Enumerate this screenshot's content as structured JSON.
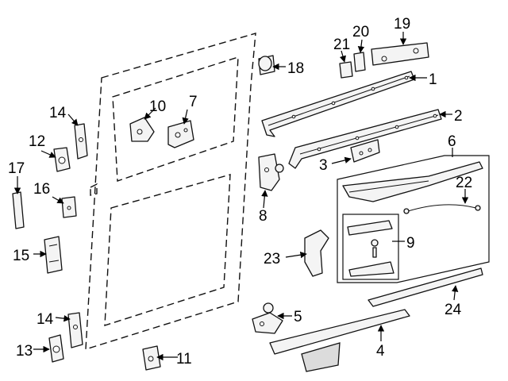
{
  "callouts": [
    "1",
    "2",
    "3",
    "4",
    "5",
    "6",
    "7",
    "8",
    "9",
    "10",
    "11",
    "12",
    "13",
    "14",
    "14",
    "15",
    "16",
    "17",
    "18",
    "19",
    "20",
    "21",
    "22",
    "23",
    "24"
  ],
  "colors": {
    "line": "#111111",
    "part_fill": "#f4f4f4",
    "background": "#ffffff"
  }
}
